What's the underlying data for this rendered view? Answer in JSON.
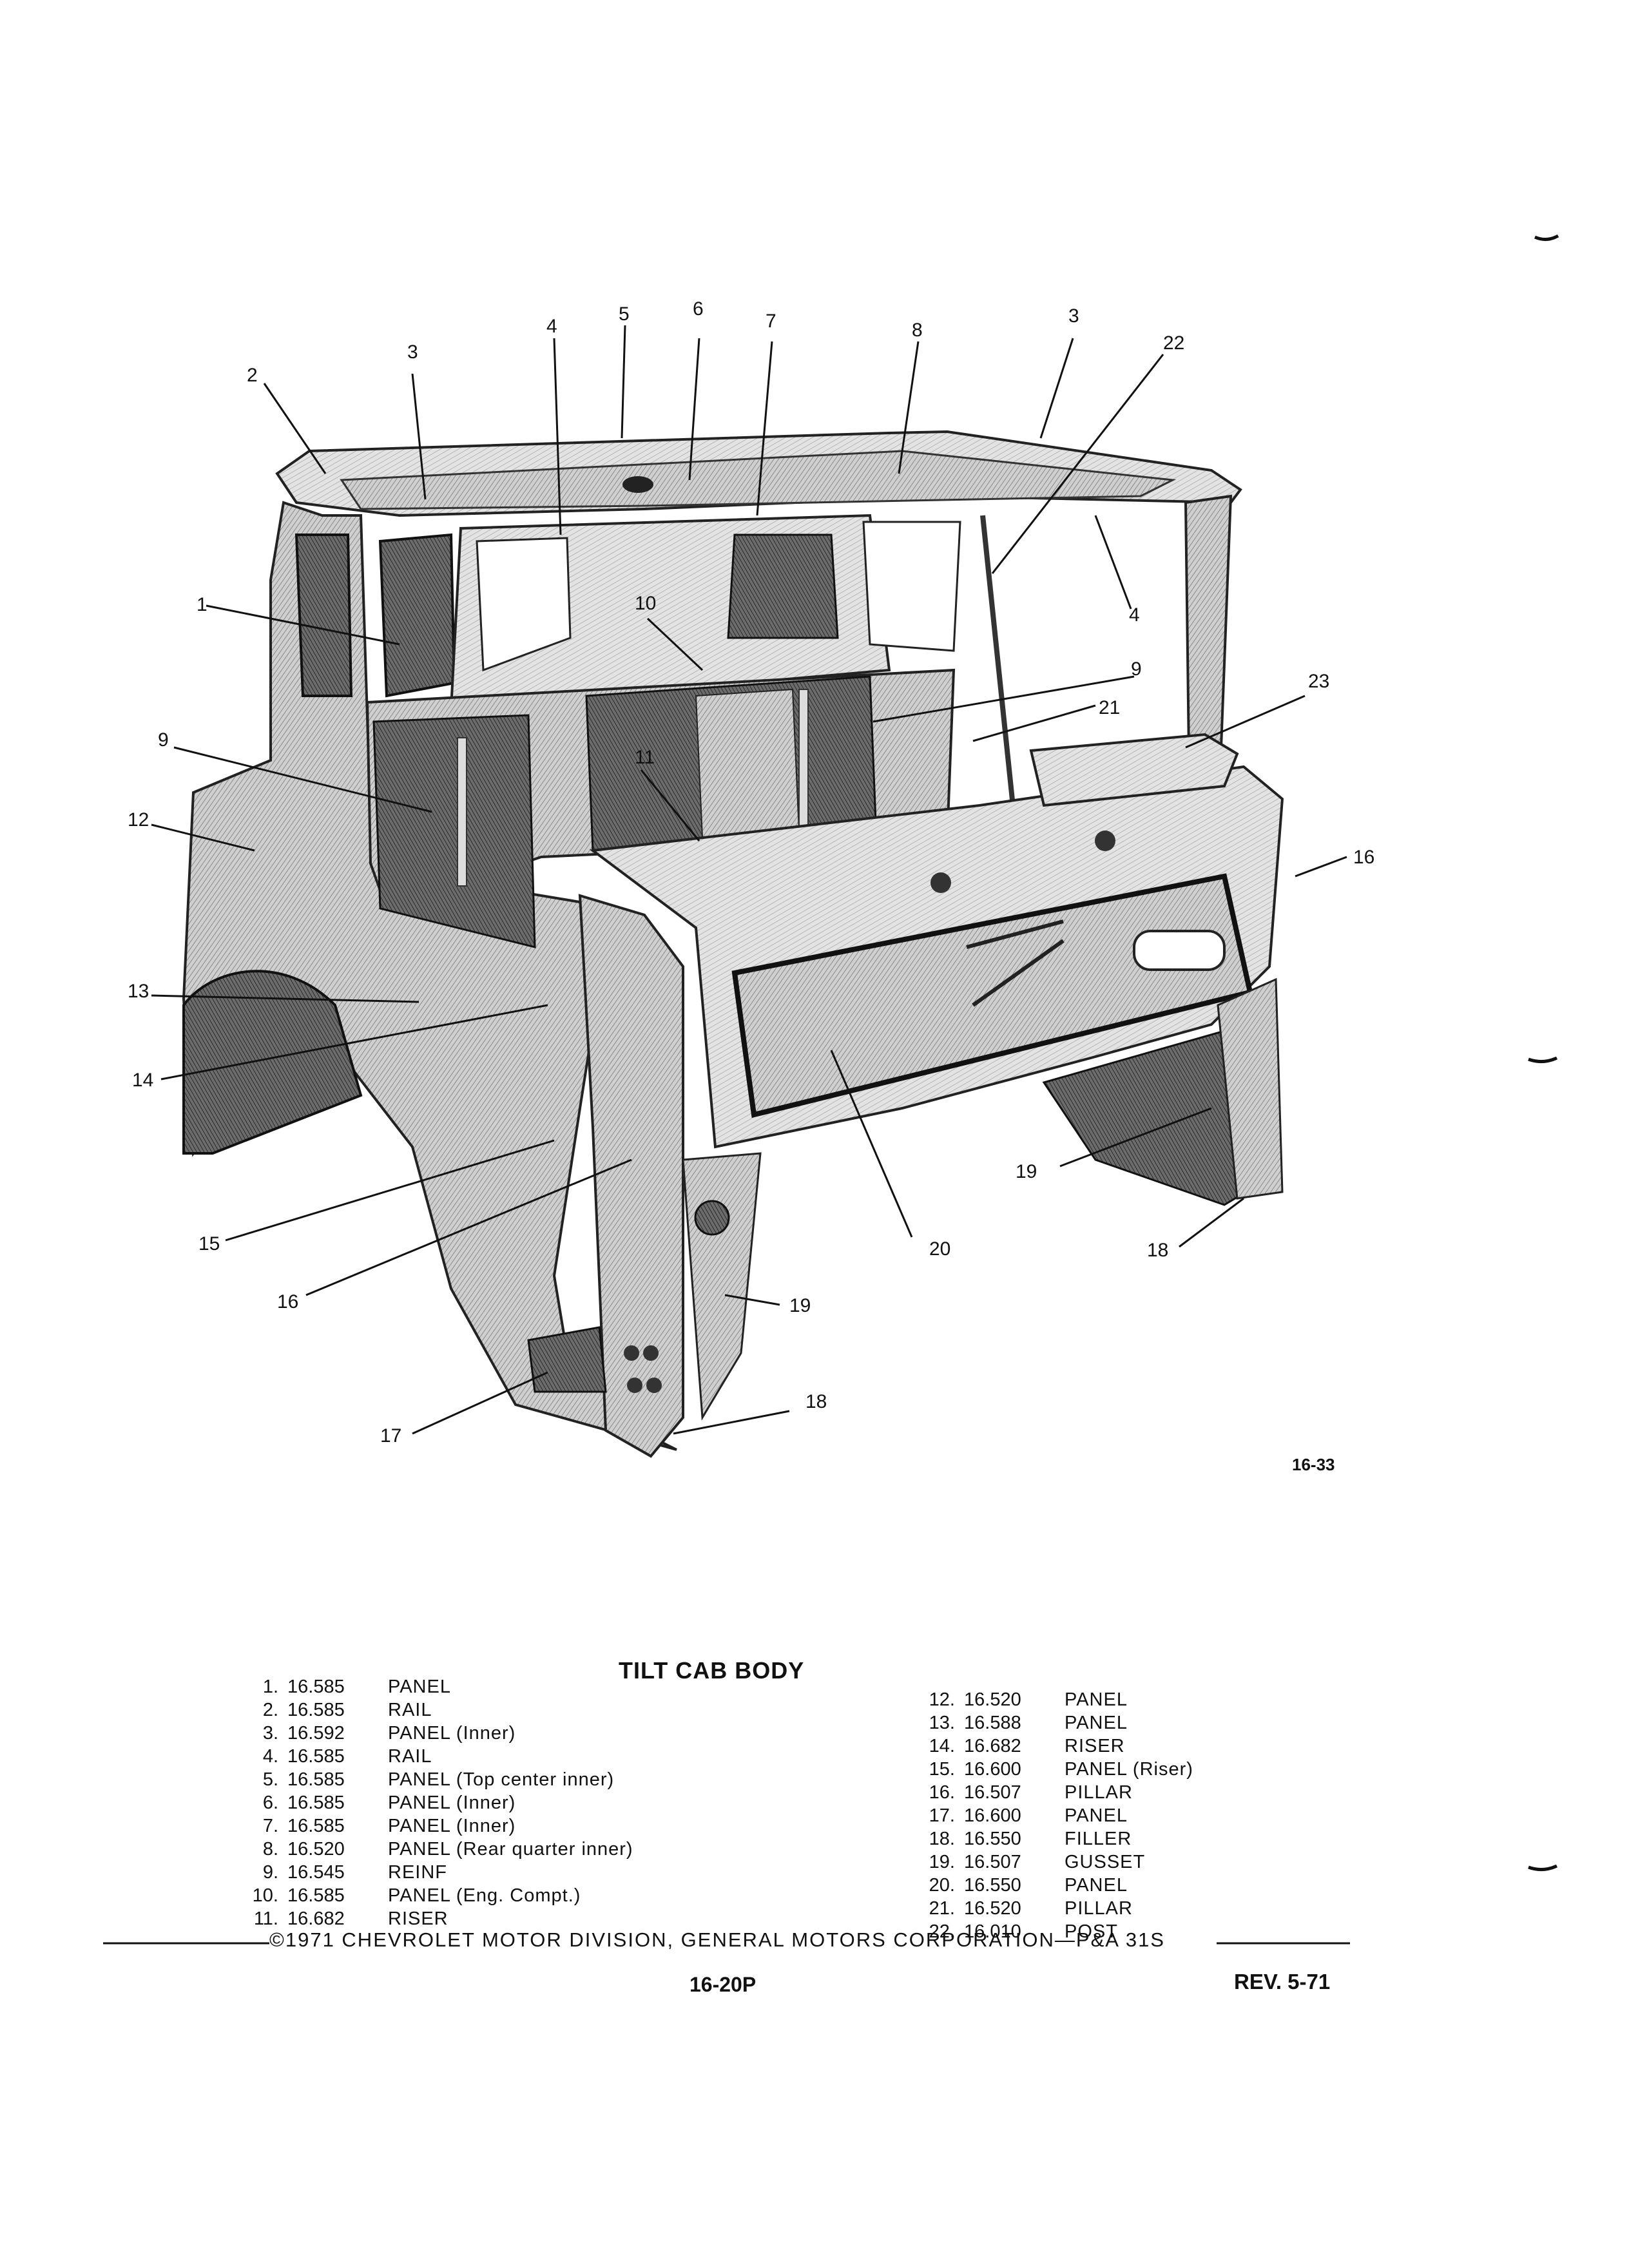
{
  "figure": {
    "callouts": [
      "1",
      "2",
      "3",
      "4",
      "5",
      "6",
      "7",
      "8",
      "3",
      "22",
      "4",
      "23",
      "9",
      "10",
      "11",
      "21",
      "9",
      "12",
      "13",
      "14",
      "15",
      "16",
      "17",
      "16",
      "19",
      "18",
      "20",
      "19",
      "18"
    ],
    "figure_number": "16-33"
  },
  "parts_list": {
    "title": "TILT CAB BODY",
    "left": [
      {
        "num": "1.",
        "code": "16.585",
        "desc": "PANEL"
      },
      {
        "num": "2.",
        "code": "16.585",
        "desc": "RAIL"
      },
      {
        "num": "3.",
        "code": "16.592",
        "desc": "PANEL (Inner)"
      },
      {
        "num": "4.",
        "code": "16.585",
        "desc": "RAIL"
      },
      {
        "num": "5.",
        "code": "16.585",
        "desc": "PANEL (Top center inner)"
      },
      {
        "num": "6.",
        "code": "16.585",
        "desc": "PANEL (Inner)"
      },
      {
        "num": "7.",
        "code": "16.585",
        "desc": "PANEL (Inner)"
      },
      {
        "num": "8.",
        "code": "16.520",
        "desc": "PANEL (Rear quarter inner)"
      },
      {
        "num": "9.",
        "code": "16.545",
        "desc": "REINF"
      },
      {
        "num": "10.",
        "code": "16.585",
        "desc": "PANEL (Eng. Compt.)"
      },
      {
        "num": "11.",
        "code": "16.682",
        "desc": "RISER"
      }
    ],
    "right": [
      {
        "num": "12.",
        "code": "16.520",
        "desc": "PANEL"
      },
      {
        "num": "13.",
        "code": "16.588",
        "desc": "PANEL"
      },
      {
        "num": "14.",
        "code": "16.682",
        "desc": "RISER"
      },
      {
        "num": "15.",
        "code": "16.600",
        "desc": "PANEL (Riser)"
      },
      {
        "num": "16.",
        "code": "16.507",
        "desc": "PILLAR"
      },
      {
        "num": "17.",
        "code": "16.600",
        "desc": "PANEL"
      },
      {
        "num": "18.",
        "code": "16.550",
        "desc": "FILLER"
      },
      {
        "num": "19.",
        "code": "16.507",
        "desc": "GUSSET"
      },
      {
        "num": "20.",
        "code": "16.550",
        "desc": "PANEL"
      },
      {
        "num": "21.",
        "code": "16.520",
        "desc": "PILLAR"
      },
      {
        "num": "22.",
        "code": "16.010",
        "desc": "POST"
      }
    ]
  },
  "footer": {
    "copyright": "©1971 CHEVROLET MOTOR DIVISION, GENERAL MOTORS CORPORATION—P&A 31S",
    "page_number": "16-20P",
    "revision": "REV. 5-71"
  }
}
